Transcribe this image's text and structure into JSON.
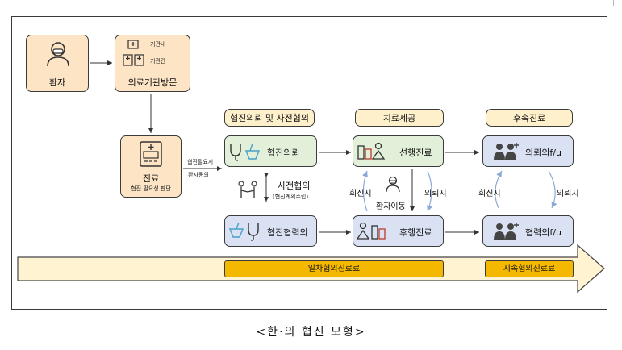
{
  "patient": {
    "label": "환자"
  },
  "visit": {
    "label": "의료기관방문",
    "inside": "기관내",
    "between": "기관간"
  },
  "treatment": {
    "label": "진료",
    "sub": "협진 필요성 판단"
  },
  "conditions": {
    "need": "협진필요시",
    "consent": "환자동의"
  },
  "headers": {
    "consult": "협진의뢰 및 사전협의",
    "treat": "치료제공",
    "follow": "후속진료"
  },
  "nodes": {
    "request": "협진의뢰",
    "lead": "선행진료",
    "referrer_fu": "의뢰의f/u",
    "cooperation": "협진협력의",
    "subsequent": "후행진료",
    "cooperator_fu": "협력의f/u"
  },
  "prior": {
    "label": "사전협의",
    "sub": "(협진계획수립)"
  },
  "flow": {
    "reply_left": "회신지",
    "request_left": "의뢰지",
    "patient_move": "환자이동",
    "reply_right": "회신지",
    "request_right": "의뢰지"
  },
  "bands": {
    "first": "일차협의진료료",
    "cont": "지속협의진료료"
  },
  "caption": "<한·의 협진 모형>",
  "colors": {
    "beige": "#fce4c4",
    "green": "#e2efd9",
    "blue": "#d9e1f2",
    "gold": "#f5b800",
    "arrow_fill": "#fff3d2"
  }
}
